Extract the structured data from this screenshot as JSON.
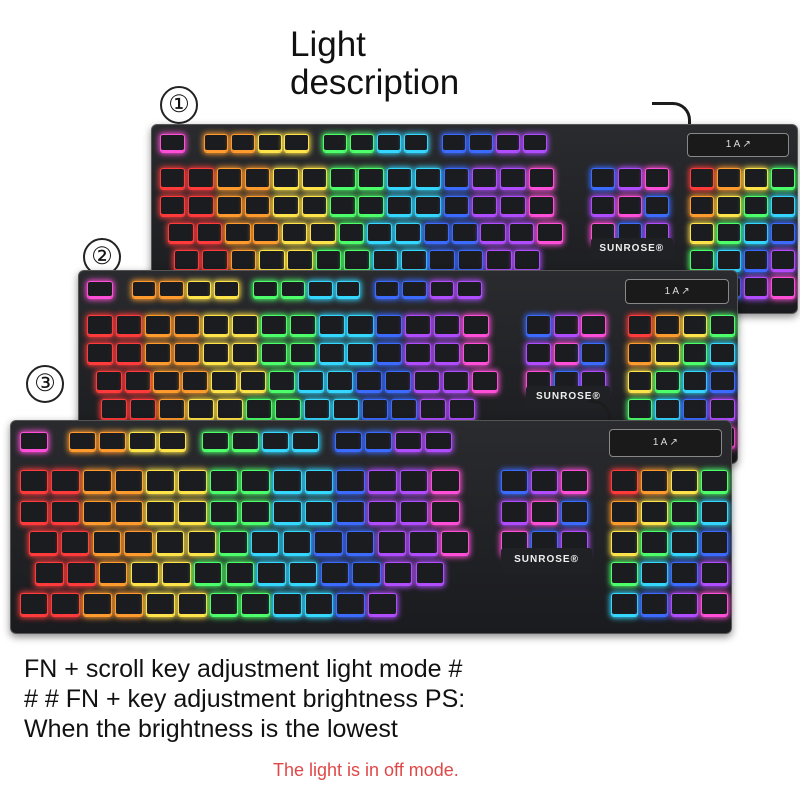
{
  "title": {
    "line1": "Light",
    "line2": "description"
  },
  "markers": [
    "①",
    "②",
    "③"
  ],
  "keyboard_brand": "SUNROSE®",
  "indicator_symbols": [
    "1",
    "A",
    "↗"
  ],
  "keyboards": [
    {
      "name": "keyboard-1",
      "mode": "rainbow"
    },
    {
      "name": "keyboard-2",
      "mode": "rainbow"
    },
    {
      "name": "keyboard-3",
      "mode": "rainbow"
    }
  ],
  "caption": {
    "line1": "FN + scroll key adjustment light mode #",
    "line2": "# # FN + key adjustment brightness PS:",
    "line3": "When the brightness is the lowest"
  },
  "note": "The light is in off mode.",
  "colors": {
    "note_text": "#e04848",
    "keyboard_body": "#1d1e21",
    "glow": [
      "#ff3b3b",
      "#ff9a2e",
      "#ffe34a",
      "#4dff6a",
      "#35d7ff",
      "#3c6bff",
      "#b04dff",
      "#ff4fd8"
    ]
  }
}
